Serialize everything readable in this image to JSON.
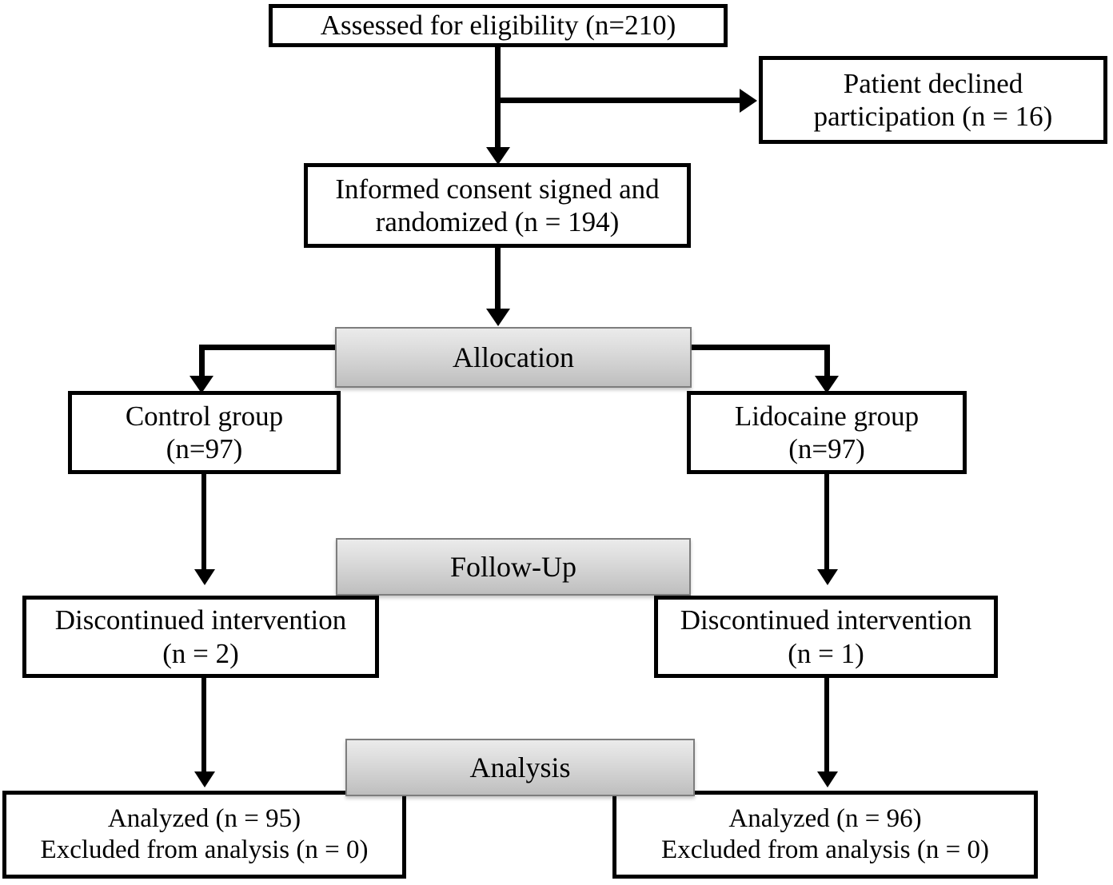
{
  "diagram": {
    "title": "CONSORT participant flow diagram",
    "type": "flowchart",
    "colors": {
      "box_border": "#000000",
      "box_fill": "#ffffff",
      "banner_border": "#7d7d7d",
      "banner_gradient_top": "#ebebeb",
      "banner_gradient_bottom": "#bdbdbd",
      "connector": "#000000",
      "text": "#000000"
    }
  },
  "nodes": {
    "assessed": {
      "name": "assessed-for-eligibility",
      "lines": [
        "Assessed for eligibility (n=210)"
      ],
      "n": 210
    },
    "declined": {
      "name": "patient-declined-participation",
      "lines": [
        "Patient declined",
        "participation (n = 16)"
      ],
      "n": 16
    },
    "consent": {
      "name": "informed-consent-randomized",
      "lines": [
        "Informed consent signed and",
        "randomized (n = 194)"
      ],
      "n": 194
    },
    "control_group": {
      "name": "control-group",
      "lines": [
        "Control group",
        "(n=97)"
      ],
      "n": 97
    },
    "lidocaine_group": {
      "name": "lidocaine-group",
      "lines": [
        "Lidocaine group",
        "(n=97)"
      ],
      "n": 97
    },
    "control_discontinued": {
      "name": "control-discontinued-intervention",
      "lines": [
        "Discontinued intervention",
        "(n = 2)"
      ],
      "n": 2
    },
    "lidocaine_discontinued": {
      "name": "lidocaine-discontinued-intervention",
      "lines": [
        "Discontinued intervention",
        "(n = 1)"
      ],
      "n": 1
    },
    "control_analyzed": {
      "name": "control-analyzed",
      "lines": [
        "Analyzed (n = 95)",
        "Excluded from analysis (n = 0)"
      ],
      "analyzed_n": 95,
      "excluded_n": 0
    },
    "lidocaine_analyzed": {
      "name": "lidocaine-analyzed",
      "lines": [
        "Analyzed (n = 96)",
        "Excluded from analysis (n = 0)"
      ],
      "analyzed_n": 96,
      "excluded_n": 0
    }
  },
  "banners": {
    "allocation": {
      "label": "Allocation"
    },
    "follow_up": {
      "label": "Follow-Up"
    },
    "analysis": {
      "label": "Analysis"
    }
  }
}
